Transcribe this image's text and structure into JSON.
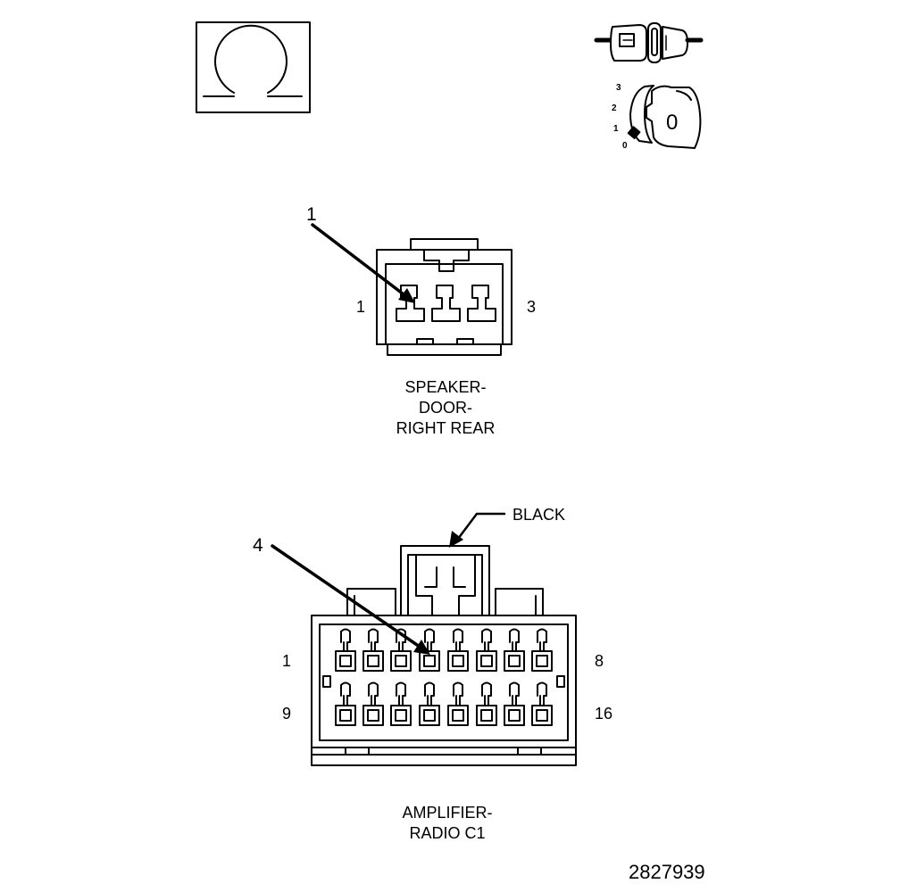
{
  "meter_symbol": {
    "name": "ohm-icon"
  },
  "ignition_symbol": {
    "name": "ignition-key-icon",
    "positions": [
      "3",
      "2",
      "1",
      "0"
    ],
    "key_label": "0"
  },
  "speaker_connector": {
    "callout": "1",
    "pin_left": "1",
    "pin_right": "3",
    "caption": [
      "SPEAKER-",
      "DOOR-",
      "RIGHT REAR"
    ]
  },
  "amplifier_connector": {
    "callout": "4",
    "color_label": "BLACK",
    "row1_left": "1",
    "row1_right": "8",
    "row2_left": "9",
    "row2_right": "16",
    "caption": [
      "AMPLIFIER-",
      "RADIO C1"
    ]
  },
  "figure_id": "2827939"
}
